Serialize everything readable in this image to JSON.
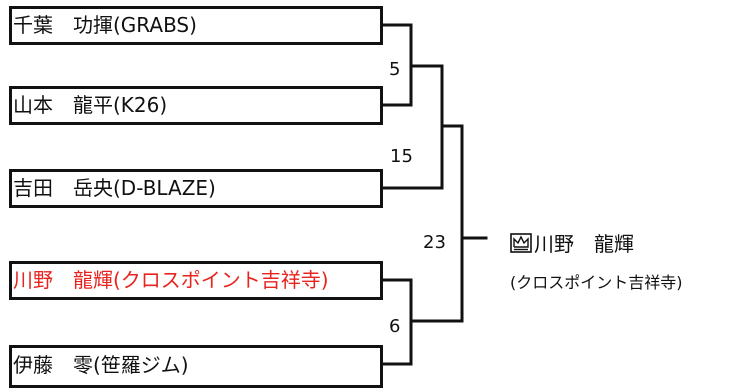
{
  "bracket": {
    "players": [
      {
        "name": "千葉　功揮(GRABS)",
        "color": "#111111"
      },
      {
        "name": "山本　龍平(K26)",
        "color": "#111111"
      },
      {
        "name": "吉田　岳央(D-BLAZE)",
        "color": "#111111"
      },
      {
        "name": "川野　龍輝(クロスポイント吉祥寺)",
        "color": "#e8241f"
      },
      {
        "name": "伊藤　零(笹羅ジム)",
        "color": "#111111"
      }
    ],
    "scores": {
      "match_1_2": "5",
      "match_12_3": "15",
      "match_4_5": "6",
      "final": "23"
    },
    "winner": {
      "icon": "crown-icon",
      "name": "川野　龍輝",
      "team": "(クロスポイント吉祥寺)"
    }
  }
}
